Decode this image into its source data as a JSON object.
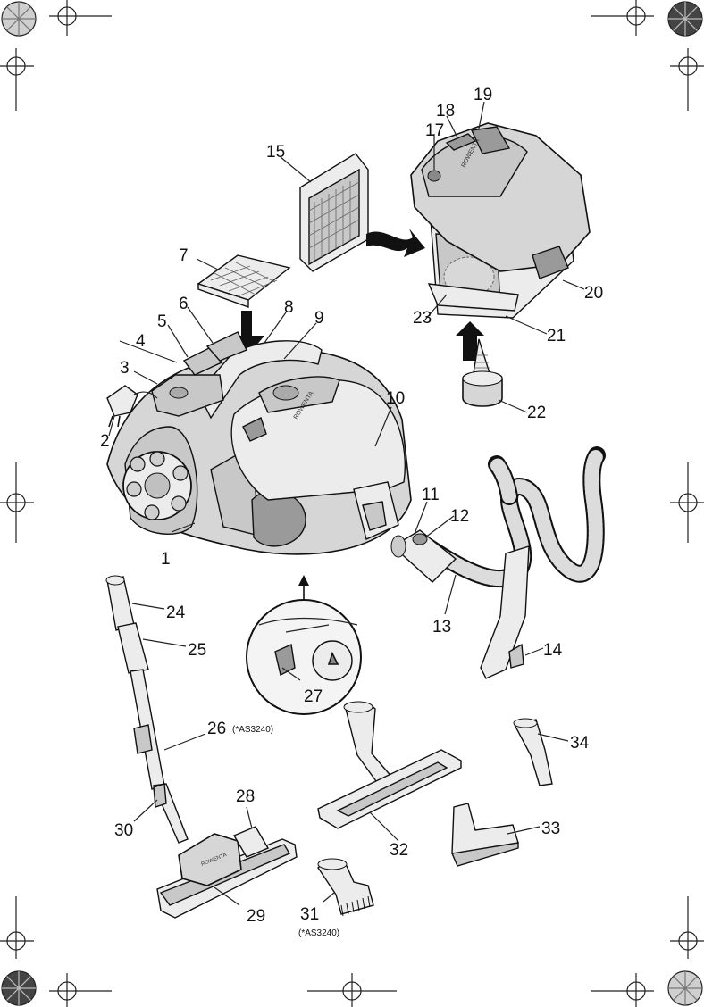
{
  "callouts": [
    {
      "id": "1",
      "text": "1"
    },
    {
      "id": "2",
      "text": "2"
    },
    {
      "id": "3",
      "text": "3"
    },
    {
      "id": "4",
      "text": "4"
    },
    {
      "id": "5",
      "text": "5"
    },
    {
      "id": "6",
      "text": "6"
    },
    {
      "id": "7",
      "text": "7"
    },
    {
      "id": "8",
      "text": "8"
    },
    {
      "id": "9",
      "text": "9"
    },
    {
      "id": "10",
      "text": "10"
    },
    {
      "id": "11",
      "text": "11"
    },
    {
      "id": "12",
      "text": "12"
    },
    {
      "id": "13",
      "text": "13"
    },
    {
      "id": "14",
      "text": "14"
    },
    {
      "id": "15",
      "text": "15"
    },
    {
      "id": "17",
      "text": "17"
    },
    {
      "id": "18",
      "text": "18"
    },
    {
      "id": "19",
      "text": "19"
    },
    {
      "id": "20",
      "text": "20"
    },
    {
      "id": "21",
      "text": "21"
    },
    {
      "id": "22",
      "text": "22"
    },
    {
      "id": "23",
      "text": "23"
    },
    {
      "id": "24",
      "text": "24"
    },
    {
      "id": "25",
      "text": "25"
    },
    {
      "id": "26",
      "text": "26"
    },
    {
      "id": "27",
      "text": "27"
    },
    {
      "id": "28",
      "text": "28"
    },
    {
      "id": "29",
      "text": "29"
    },
    {
      "id": "30",
      "text": "30"
    },
    {
      "id": "31",
      "text": "31"
    },
    {
      "id": "32",
      "text": "32"
    },
    {
      "id": "33",
      "text": "33"
    },
    {
      "id": "34",
      "text": "34"
    }
  ],
  "notes": {
    "model_26": "(*AS3240)",
    "model_31": "(*AS3240)"
  },
  "brand_marks": {
    "container_logo": "ROWENTA",
    "body_logo": "ROWENTA",
    "nozzle_logo": "ROWENTA"
  }
}
